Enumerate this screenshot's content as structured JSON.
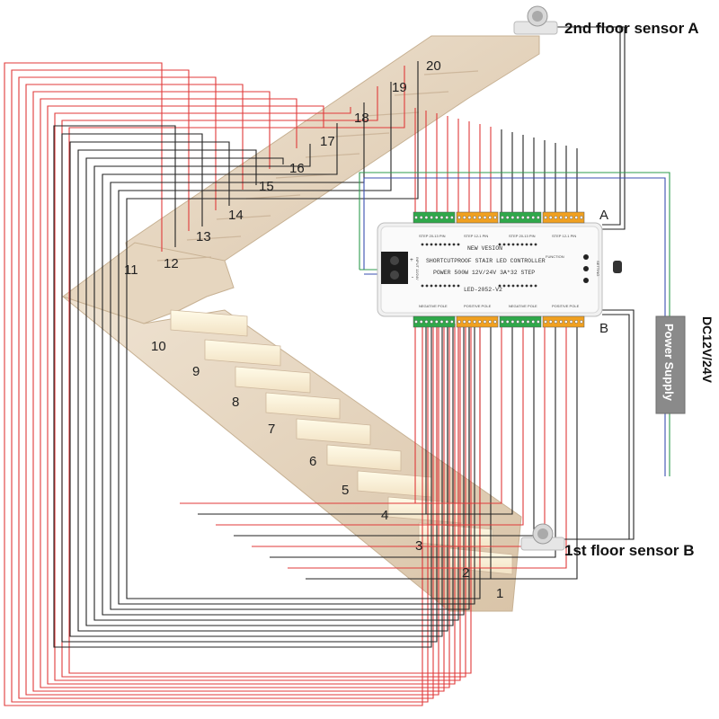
{
  "sensors": {
    "top_label": "2nd floor sensor A",
    "bottom_label": "1st floor sensor B"
  },
  "controller": {
    "line1": "NEW VESION",
    "line2": "SHORTCUTPROOF STAIR LED CONTROLLER",
    "line3": "POWER 500W 12V/24V 3A*32 STEP",
    "model": "LED-2052-V2",
    "function_label": "FUNCTION",
    "setting_label": "SETTING",
    "input_label": "INPUT 12/24V",
    "top_group_labels": [
      "STEP 20-13 PIN",
      "STEP 12-1 PIN",
      "STEP 20-13 PIN",
      "STEP 12-1 PIN"
    ],
    "bottom_group_labels": [
      "NEGATIVE POLE",
      "POSITIVE POLE",
      "NEGATIVE POLE",
      "POSITIVE POLE"
    ],
    "port_a": "A",
    "port_b": "B",
    "plus": "+",
    "minus": "-"
  },
  "power_supply": {
    "label": "Power Supply",
    "voltage": "DC12V/24V"
  },
  "steps": [
    "1",
    "2",
    "3",
    "4",
    "5",
    "6",
    "7",
    "8",
    "9",
    "10",
    "11",
    "12",
    "13",
    "14",
    "15",
    "16",
    "17",
    "18",
    "19",
    "20"
  ],
  "colors": {
    "wire_red": "#e03a3a",
    "wire_black": "#222222",
    "wire_green": "#2e9b4e",
    "wire_blue": "#3a4fb0",
    "terminal_green": "#2fa84a",
    "terminal_orange": "#f0a020",
    "stair": "#e9d9c4",
    "stair_shadow": "#cdb79c"
  }
}
